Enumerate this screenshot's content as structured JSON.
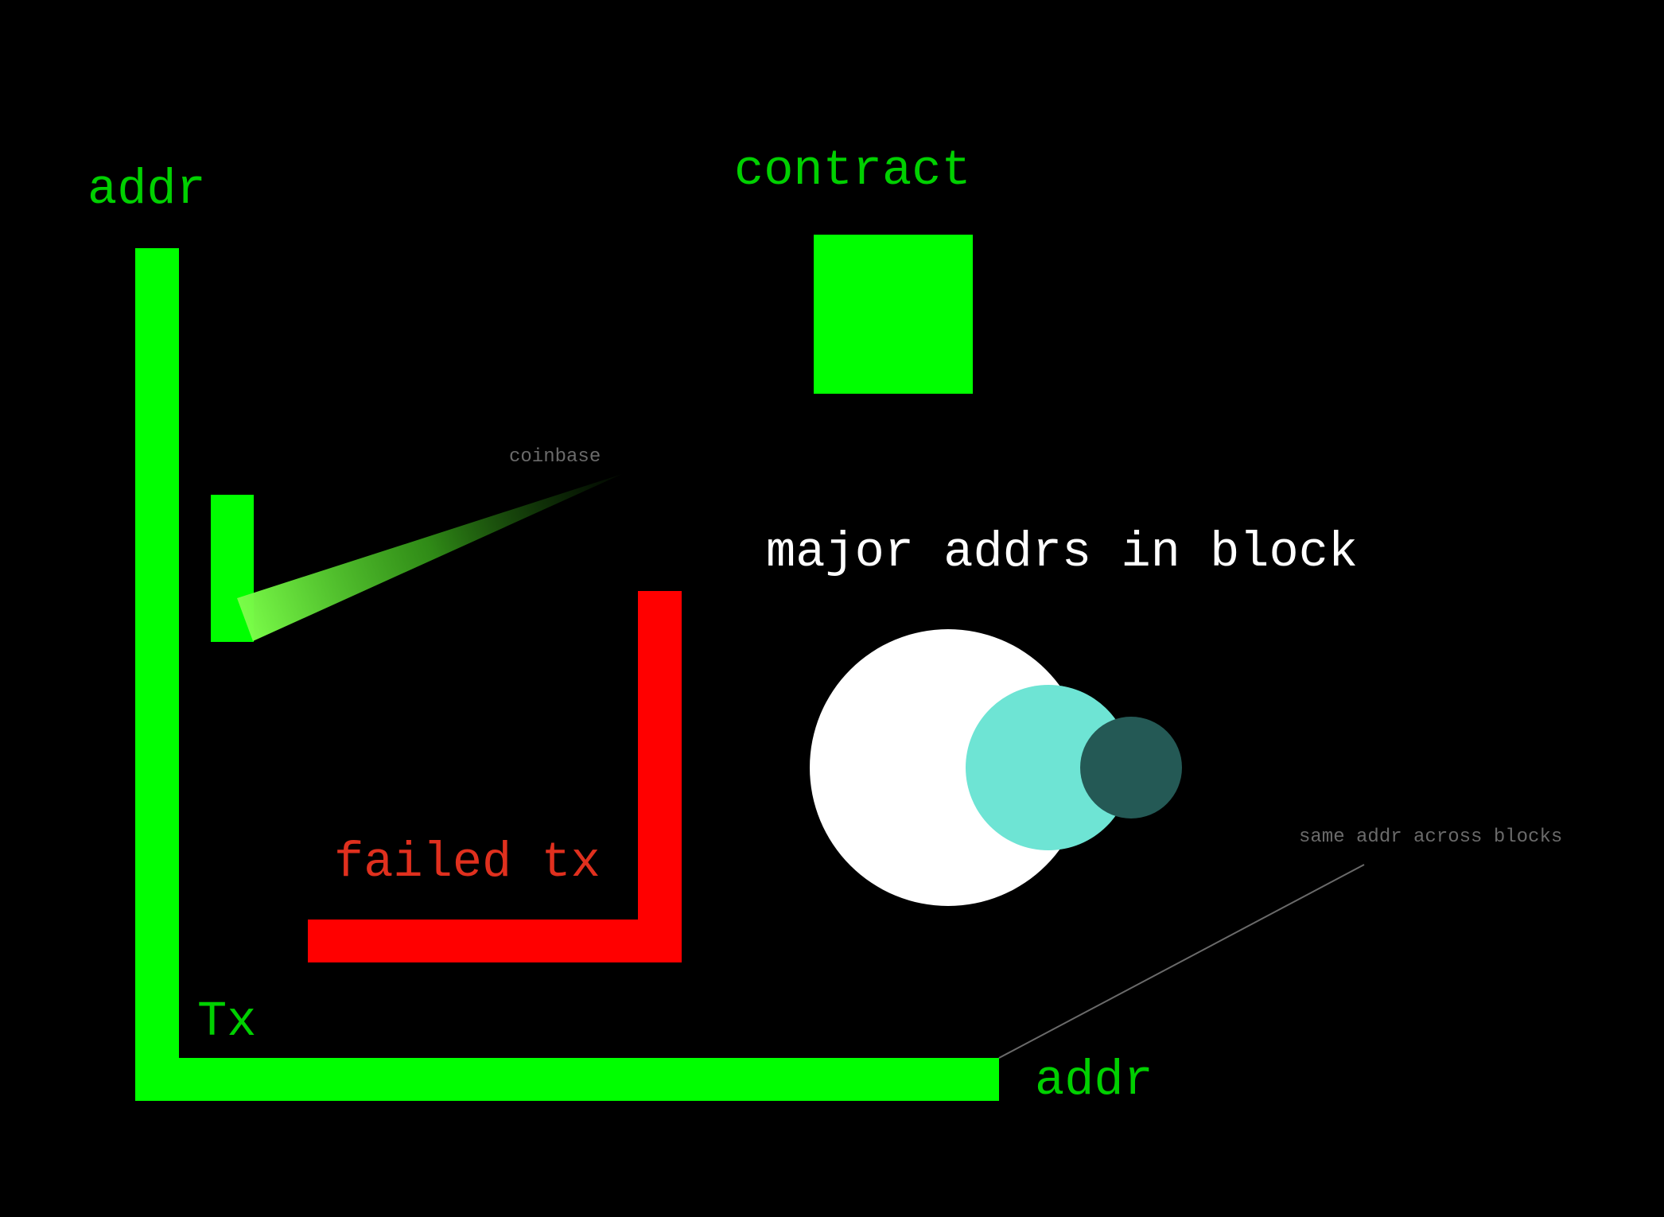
{
  "labels": {
    "addr_top": "addr",
    "contract": "contract",
    "coinbase": "coinbase",
    "major_addrs": "major addrs in block",
    "failed_tx": "failed tx",
    "tx": "Tx",
    "addr_bottom": "addr",
    "same_addr": "same addr across blocks"
  },
  "colors": {
    "background": "#000000",
    "tx_green": "#00ff00",
    "label_green": "#00d000",
    "failed_red": "#ff0000",
    "failed_label": "#e0301e",
    "major_white": "#ffffff",
    "circle_large": "#ffffff",
    "circle_medium": "#6ee4d4",
    "circle_small": "#245955",
    "annotation_gray": "#6a6a6a",
    "coinbase_beam": "#7cff4a"
  }
}
